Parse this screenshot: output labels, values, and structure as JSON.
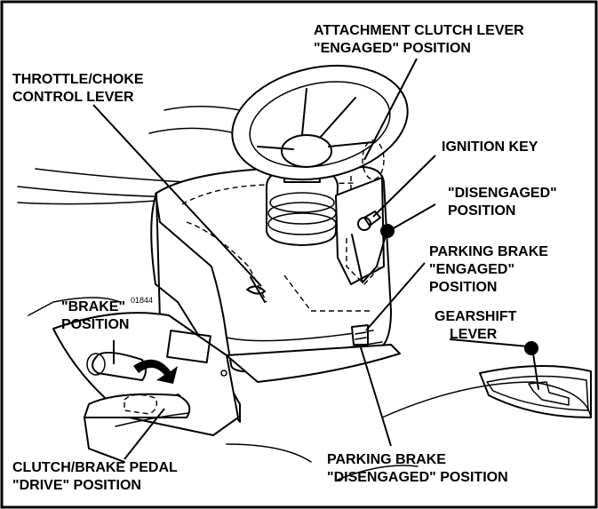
{
  "figure_id": "01844",
  "labels": {
    "attachment_clutch": [
      "ATTACHMENT CLUTCH LEVER",
      "\"ENGAGED\" POSITION"
    ],
    "throttle": [
      "THROTTLE/CHOKE",
      "CONTROL LEVER"
    ],
    "ignition": [
      "IGNITION KEY"
    ],
    "disengaged": [
      "\"DISENGAGED\"",
      "POSITION"
    ],
    "parking_engaged": [
      "PARKING BRAKE",
      "\"ENGAGED\"",
      "POSITION"
    ],
    "gearshift": [
      "GEARSHIFT",
      "LEVER"
    ],
    "brake_position": [
      "\"BRAKE\"",
      "POSITION"
    ],
    "clutch_drive": [
      "CLUTCH/BRAKE PEDAL",
      "\"DRIVE\" POSITION"
    ],
    "parking_disengaged": [
      "PARKING BRAKE",
      "\"DISENGAGED\" POSITION"
    ]
  }
}
